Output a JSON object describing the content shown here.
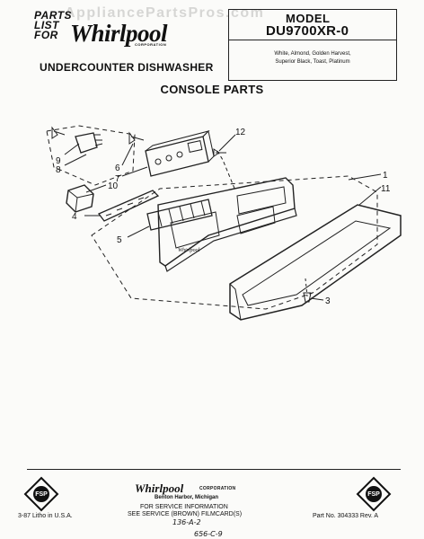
{
  "header": {
    "parts_list_line1": "PARTS",
    "parts_list_line2": "LIST",
    "parts_list_line3": "FOR",
    "brand": "Whirlpool",
    "brand_corp": "CORPORATION",
    "appliance": "UNDERCOUNTER DISHWASHER",
    "watermark": "AppliancePartsPros.com"
  },
  "model_box": {
    "label": "MODEL",
    "number": "DU9700XR-0",
    "colors_line1": "White, Almond, Golden Harvest,",
    "colors_line2": "Superior Black, Toast, Platinum"
  },
  "section_title": "CONSOLE PARTS",
  "callouts": [
    "1",
    "11",
    "12",
    "9",
    "8",
    "6",
    "7",
    "10",
    "4",
    "5",
    "3"
  ],
  "console_brand": "Whirlpool",
  "footer": {
    "brand": "Whirlpool",
    "corp": "CORPORATION",
    "city": "Benton Harbor, Michigan",
    "service_line1": "FOR SERVICE INFORMATION",
    "service_line2": "SEE SERVICE (BROWN) FILMCARD(S)",
    "handwritten1": "136-A-2",
    "handwritten2": "656-C-9",
    "left": "3-87  Litho in U.S.A.",
    "right": "Part No. 304333 Rev. A",
    "logo": "FSP"
  }
}
